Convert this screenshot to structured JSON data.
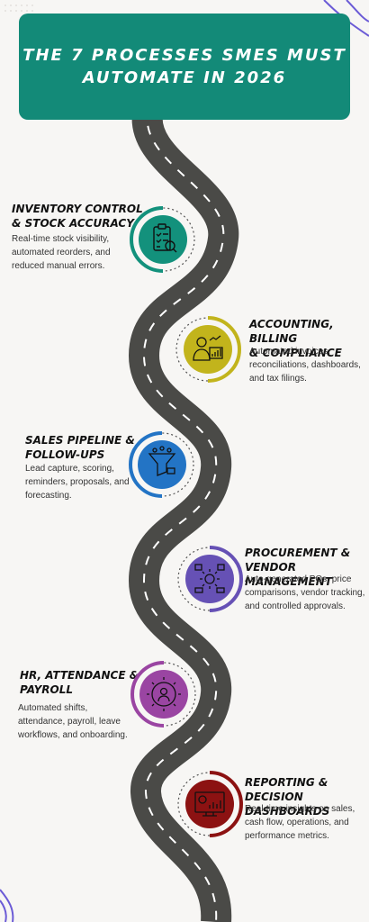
{
  "header": {
    "title_line1": "THE 7 PROCESSES SMES MUST",
    "title_line2": "AUTOMATE IN 2026"
  },
  "colors": {
    "header_bg": "#138a78",
    "road": "#4a4a47",
    "inventory": "#13917c",
    "accounting": "#c2b41c",
    "sales": "#2374c5",
    "procurement": "#6651b5",
    "hr": "#9a45a2",
    "reporting": "#8c1212"
  },
  "items": [
    {
      "title1": "INVENTORY CONTROL",
      "title2": "& STOCK ACCURACY",
      "desc1": "Real-time stock visibility,",
      "desc2": "automated reorders, and",
      "desc3": "reduced manual errors.",
      "icon": "clipboard-check-icon"
    },
    {
      "title1": "ACCOUNTING, BILLING",
      "title2": "& COMPLIANCE",
      "desc1": "Automated invoices,",
      "desc2": "reconciliations, dashboards,",
      "desc3": "and tax filings.",
      "icon": "accountant-chart-icon"
    },
    {
      "title1": "SALES PIPELINE &",
      "title2": "FOLLOW-UPS",
      "desc1": "Lead capture, scoring,",
      "desc2": "reminders, proposals, and",
      "desc3": "forecasting.",
      "icon": "sales-funnel-icon"
    },
    {
      "title1": "PROCUREMENT &",
      "title2": "VENDOR MANAGEMENT",
      "desc1": "Auto-generated POs, price",
      "desc2": "comparisons, vendor tracking,",
      "desc3": "and controlled approvals.",
      "icon": "supply-chain-gear-icon"
    },
    {
      "title1": "HR, ATTENDANCE &",
      "title2": "PAYROLL",
      "desc1": "Automated shifts,",
      "desc2": "attendance, payroll, leave",
      "desc3": "workflows, and onboarding.",
      "icon": "person-gear-icon"
    },
    {
      "title1": "REPORTING & DECISION",
      "title2": "DASHBOARDS",
      "desc1": "Real-time insights on sales,",
      "desc2": "cash flow, operations, and",
      "desc3": "performance metrics.",
      "icon": "dashboard-monitor-icon"
    }
  ]
}
